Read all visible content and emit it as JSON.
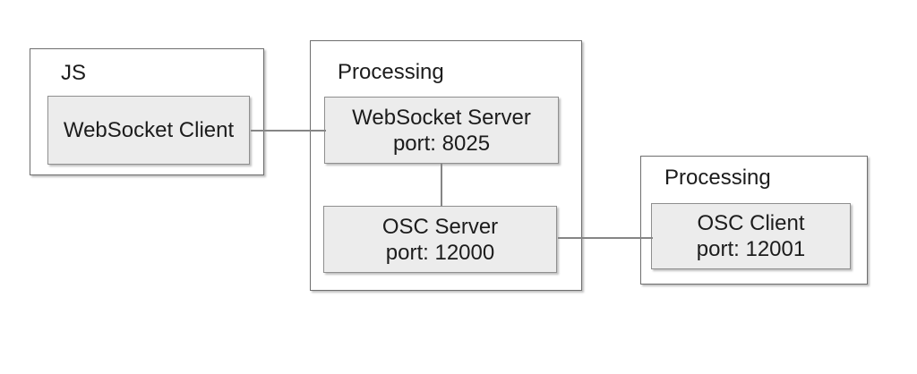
{
  "diagram": {
    "colors": {
      "background": "#ffffff",
      "node_fill": "#ececec",
      "node_border": "#8f8f8f",
      "container_border": "#6e6e6e",
      "connector": "#858585",
      "text": "#1c1c1c"
    },
    "containers": [
      {
        "label": "JS",
        "nodes": [
          {
            "title": "WebSocket Client"
          }
        ]
      },
      {
        "label": "Processing",
        "nodes": [
          {
            "title": "WebSocket Server",
            "port": "port: 8025"
          },
          {
            "title": "OSC Server",
            "port": "port: 12000"
          }
        ]
      },
      {
        "label": "Processing",
        "nodes": [
          {
            "title": "OSC Client",
            "port": "port: 12001"
          }
        ]
      }
    ],
    "edges": [
      {
        "from": "WebSocket Client",
        "to": "WebSocket Server"
      },
      {
        "from": "WebSocket Server",
        "to": "OSC Server"
      },
      {
        "from": "OSC Server",
        "to": "OSC Client"
      }
    ]
  }
}
